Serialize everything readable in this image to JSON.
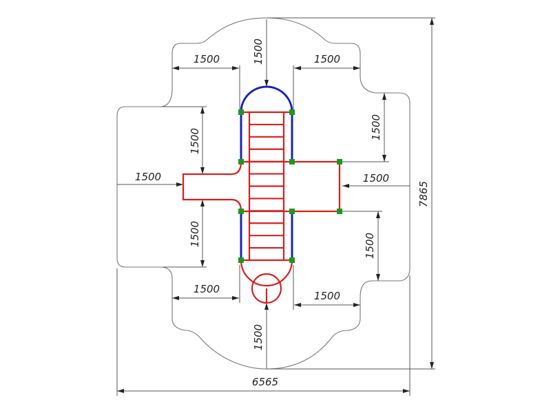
{
  "drawing": {
    "total_width": "6565",
    "total_height": "7865",
    "dimensions": {
      "top_vertical": "1500",
      "top_left": "1500",
      "top_right": "1500",
      "left_upper": "1500",
      "left_side": "1500",
      "left_lower": "1500",
      "right_upper": "1500",
      "right_side": "1500",
      "right_lower": "1500",
      "bottom_left": "1500",
      "bottom_right": "1500",
      "bottom_vertical": "1500"
    },
    "ladder_rungs": 13,
    "colors": {
      "frame": "#d42020",
      "rails": "#1a23b8",
      "joints": "#1a9a1a",
      "outline": "#777777"
    }
  }
}
